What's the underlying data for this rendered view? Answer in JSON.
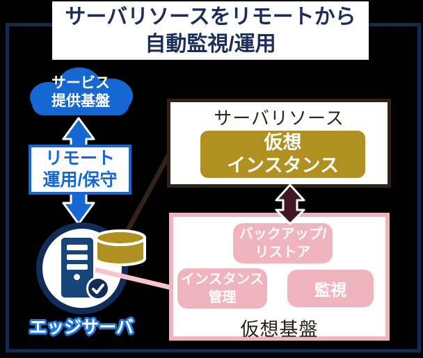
{
  "header": {
    "title_line1": "サーバリソースをリモートから",
    "title_line2": "自動監視/運用"
  },
  "left_flow": {
    "cloud": {
      "line1": "サービス",
      "line2": "提供基盤"
    },
    "remote_box": {
      "line1": "リモート",
      "line2": "運用/保守"
    },
    "edge_server_label": "エッジサーバ"
  },
  "server_resource": {
    "title": "サーバリソース",
    "virtual_instance": {
      "line1": "仮想",
      "line2": "インスタンス"
    }
  },
  "virtual_platform": {
    "caption": "仮想基盤",
    "backup_chip": {
      "line1": "バックアップ/",
      "line2": "リストア"
    },
    "instance_mgmt_chip": {
      "line1": "インスタンス",
      "line2": "管理"
    },
    "monitor_chip": "監視"
  },
  "icons": {
    "cloud": "cloud-icon",
    "blue_double_arrow": "up-down-arrow-icon",
    "server": "server-icon",
    "database": "database-icon",
    "check_badge": "check-badge-icon",
    "maroon_double_arrow": "up-down-arrow-icon"
  },
  "colors": {
    "background": "#000000",
    "frame_navy": "#16294f",
    "title_navy": "#1b2d5a",
    "blue": "#1568d4",
    "label_stroke_blue": "#1e7ae0",
    "server_navy": "#122c59",
    "tower_blue": "#174579",
    "gold": "#b19022",
    "dark_brown": "#302119",
    "maroon": "#401622",
    "pink": "#f0b4bf",
    "pink_line": "#f6c5cd",
    "dark_text": "#2e2520"
  }
}
